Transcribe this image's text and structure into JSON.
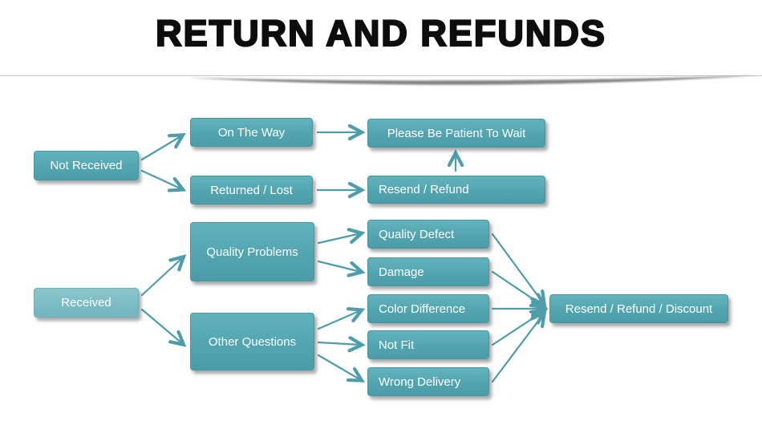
{
  "title": "RETURN AND REFUNDS",
  "colors": {
    "box_teal": "#52a5b0",
    "box_light_teal": "#7bbcc4",
    "arrow": "#4d9daa",
    "box_text": "#ffffff",
    "title_text": "#0d0d0d"
  },
  "nodes": {
    "not_received": {
      "label": "Not Received"
    },
    "on_the_way": {
      "label": "On The Way"
    },
    "please_wait": {
      "label": "Please Be Patient To Wait"
    },
    "returned_lost": {
      "label": "Returned / Lost"
    },
    "resend_refund": {
      "label": "Resend / Refund"
    },
    "received": {
      "label": "Received"
    },
    "quality_problems": {
      "label": "Quality Problems"
    },
    "other_questions": {
      "label": "Other Questions"
    },
    "quality_defect": {
      "label": "Quality Defect"
    },
    "damage": {
      "label": "Damage"
    },
    "color_difference": {
      "label": "Color Difference"
    },
    "not_fit": {
      "label": "Not Fit"
    },
    "wrong_delivery": {
      "label": "Wrong Delivery"
    },
    "resend_refund_discount": {
      "label": "Resend / Refund / Discount"
    }
  },
  "edges": [
    {
      "from": "not_received",
      "to": "on_the_way"
    },
    {
      "from": "not_received",
      "to": "returned_lost"
    },
    {
      "from": "on_the_way",
      "to": "please_wait"
    },
    {
      "from": "returned_lost",
      "to": "resend_refund"
    },
    {
      "from": "resend_refund",
      "to": "please_wait"
    },
    {
      "from": "received",
      "to": "quality_problems"
    },
    {
      "from": "received",
      "to": "other_questions"
    },
    {
      "from": "quality_problems",
      "to": "quality_defect"
    },
    {
      "from": "quality_problems",
      "to": "damage"
    },
    {
      "from": "other_questions",
      "to": "color_difference"
    },
    {
      "from": "other_questions",
      "to": "not_fit"
    },
    {
      "from": "other_questions",
      "to": "wrong_delivery"
    },
    {
      "from": "quality_defect",
      "to": "resend_refund_discount"
    },
    {
      "from": "damage",
      "to": "resend_refund_discount"
    },
    {
      "from": "color_difference",
      "to": "resend_refund_discount"
    },
    {
      "from": "not_fit",
      "to": "resend_refund_discount"
    },
    {
      "from": "wrong_delivery",
      "to": "resend_refund_discount"
    }
  ]
}
